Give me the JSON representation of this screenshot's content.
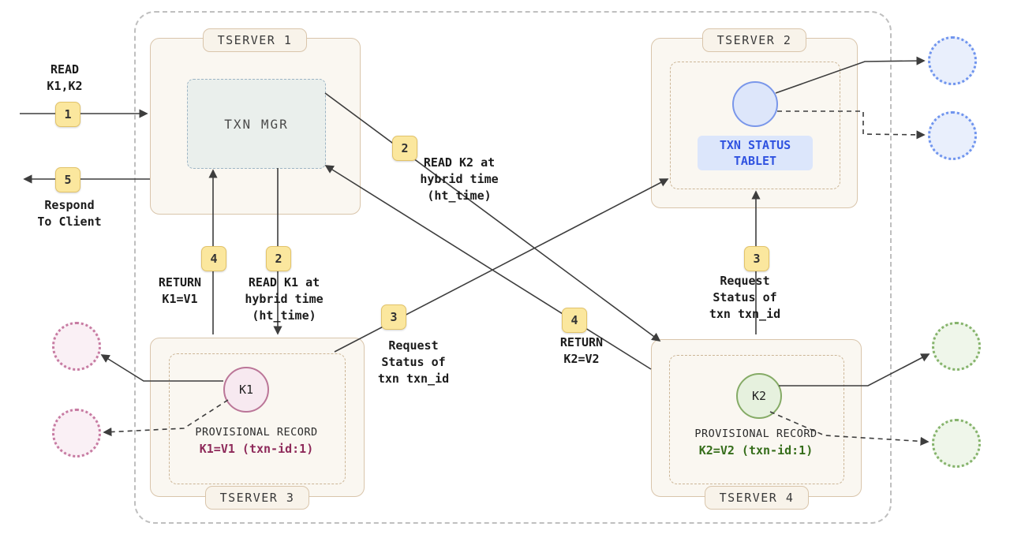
{
  "colors": {
    "arrow": "#3d3d3d",
    "badge_bg": "#fbe79e",
    "server_fill": "#faf7f1",
    "server_border": "#d9c5ab",
    "blue_accent": "#2f52e0",
    "maroon_accent": "#8e2a5a",
    "green_accent": "#356d1a"
  },
  "client": {
    "read_request": "READ\nK1,K2",
    "respond": "Respond\nTo Client"
  },
  "badges": {
    "step1": "1",
    "step5": "5",
    "step2_k2": "2",
    "step2_k1": "2",
    "step4_k1": "4",
    "step3_left": "3",
    "step4_k2": "4",
    "step3_right": "3"
  },
  "labels": {
    "read_k2": "READ K2 at\nhybrid time\n(ht_time)",
    "read_k1": "READ K1 at\nhybrid time\n(ht_time)",
    "return_k1": "RETURN\nK1=V1",
    "return_k2": "RETURN\nK2=V2",
    "request_status_left": "Request\nStatus of\ntxn txn_id",
    "request_status_right": "Request\nStatus of\ntxn txn_id"
  },
  "tserver1": {
    "name": "TSERVER 1",
    "txn_mgr": "TXN MGR"
  },
  "tserver2": {
    "name": "TSERVER 2",
    "tablet": "TXN STATUS\nTABLET"
  },
  "tserver3": {
    "name": "TSERVER 3",
    "key": "K1",
    "record_title": "PROVISIONAL RECORD",
    "record_value": "K1=V1 (txn-id:1)"
  },
  "tserver4": {
    "name": "TSERVER 4",
    "key": "K2",
    "record_title": "PROVISIONAL RECORD",
    "record_value": "K2=V2 (txn-id:1)"
  }
}
